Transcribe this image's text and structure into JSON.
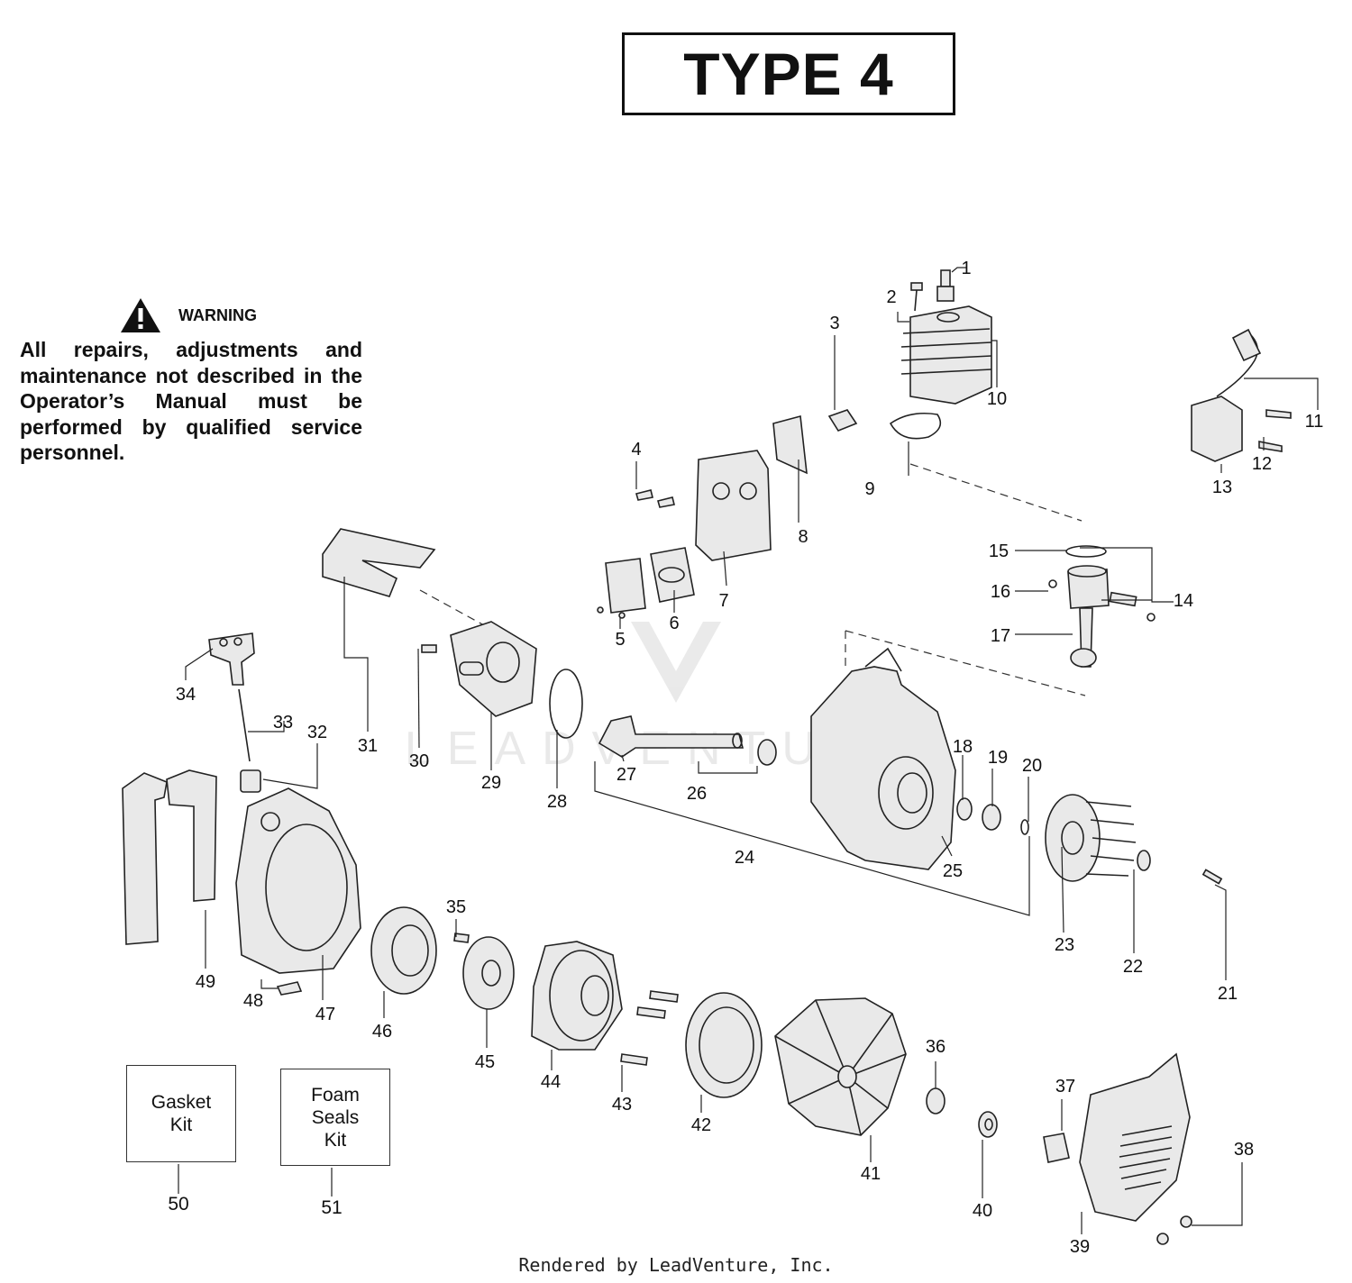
{
  "title": "TYPE 4",
  "warning": {
    "label": "WARNING",
    "text": "All repairs, adjustments and maintenance not described in the Operator’s Manual must be performed by qualified service personnel."
  },
  "kits": [
    {
      "name": "Gasket\nKit",
      "number": "50"
    },
    {
      "name": "Foam\nSeals\nKit",
      "number": "51"
    }
  ],
  "callouts": [
    "1",
    "2",
    "3",
    "4",
    "5",
    "6",
    "7",
    "8",
    "9",
    "10",
    "11",
    "12",
    "13",
    "14",
    "15",
    "16",
    "17",
    "18",
    "19",
    "20",
    "21",
    "22",
    "23",
    "24",
    "25",
    "26",
    "27",
    "28",
    "29",
    "30",
    "31",
    "32",
    "33",
    "34",
    "35",
    "36",
    "37",
    "38",
    "39",
    "40",
    "41",
    "42",
    "43",
    "44",
    "45",
    "46",
    "47",
    "48",
    "49"
  ],
  "watermark": "LEADVENTURE",
  "footer": "Rendered by LeadVenture, Inc."
}
